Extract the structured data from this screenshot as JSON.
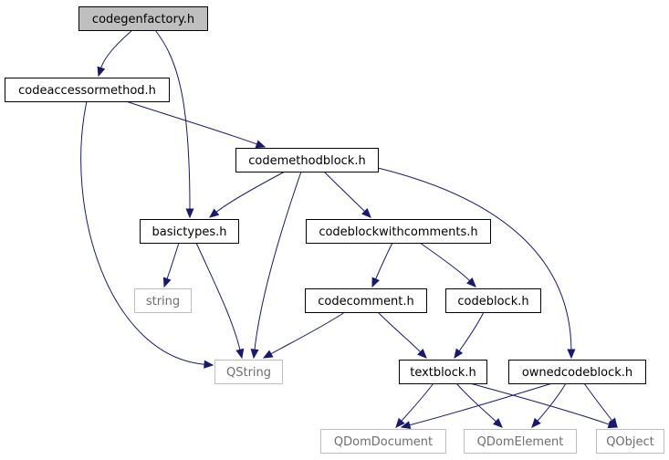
{
  "colors": {
    "edge": "#191970",
    "node_border": "#000000",
    "external_border": "#bfbfbf",
    "highlight_fill": "#bfbfbf",
    "fill": "#ffffff"
  },
  "nodes": [
    {
      "id": "codegenfactory",
      "label": "codegenfactory.h",
      "kind": "highlight"
    },
    {
      "id": "codeaccessormethod",
      "label": "codeaccessormethod.h",
      "kind": "normal"
    },
    {
      "id": "codemethodblock",
      "label": "codemethodblock.h",
      "kind": "normal"
    },
    {
      "id": "basictypes",
      "label": "basictypes.h",
      "kind": "normal"
    },
    {
      "id": "codeblockwithcomments",
      "label": "codeblockwithcomments.h",
      "kind": "normal"
    },
    {
      "id": "string",
      "label": "string",
      "kind": "external"
    },
    {
      "id": "codecomment",
      "label": "codecomment.h",
      "kind": "normal"
    },
    {
      "id": "codeblock",
      "label": "codeblock.h",
      "kind": "normal"
    },
    {
      "id": "qstring",
      "label": "QString",
      "kind": "external"
    },
    {
      "id": "textblock",
      "label": "textblock.h",
      "kind": "normal"
    },
    {
      "id": "ownedcodeblock",
      "label": "ownedcodeblock.h",
      "kind": "normal"
    },
    {
      "id": "qdomdocument",
      "label": "QDomDocument",
      "kind": "external"
    },
    {
      "id": "qdomelement",
      "label": "QDomElement",
      "kind": "external"
    },
    {
      "id": "qobject",
      "label": "QObject",
      "kind": "external"
    }
  ],
  "edges": [
    {
      "from": "codegenfactory",
      "to": "codeaccessormethod"
    },
    {
      "from": "codegenfactory",
      "to": "basictypes"
    },
    {
      "from": "codeaccessormethod",
      "to": "codemethodblock"
    },
    {
      "from": "codeaccessormethod",
      "to": "qstring"
    },
    {
      "from": "codemethodblock",
      "to": "basictypes"
    },
    {
      "from": "codemethodblock",
      "to": "qstring"
    },
    {
      "from": "codemethodblock",
      "to": "codeblockwithcomments"
    },
    {
      "from": "codemethodblock",
      "to": "ownedcodeblock"
    },
    {
      "from": "basictypes",
      "to": "string"
    },
    {
      "from": "basictypes",
      "to": "qstring"
    },
    {
      "from": "codeblockwithcomments",
      "to": "codecomment"
    },
    {
      "from": "codeblockwithcomments",
      "to": "codeblock"
    },
    {
      "from": "codecomment",
      "to": "qstring"
    },
    {
      "from": "codecomment",
      "to": "textblock"
    },
    {
      "from": "codeblock",
      "to": "textblock"
    },
    {
      "from": "textblock",
      "to": "qdomdocument"
    },
    {
      "from": "textblock",
      "to": "qdomelement"
    },
    {
      "from": "textblock",
      "to": "qobject"
    },
    {
      "from": "ownedcodeblock",
      "to": "qdomdocument"
    },
    {
      "from": "ownedcodeblock",
      "to": "qdomelement"
    },
    {
      "from": "ownedcodeblock",
      "to": "qobject"
    }
  ]
}
